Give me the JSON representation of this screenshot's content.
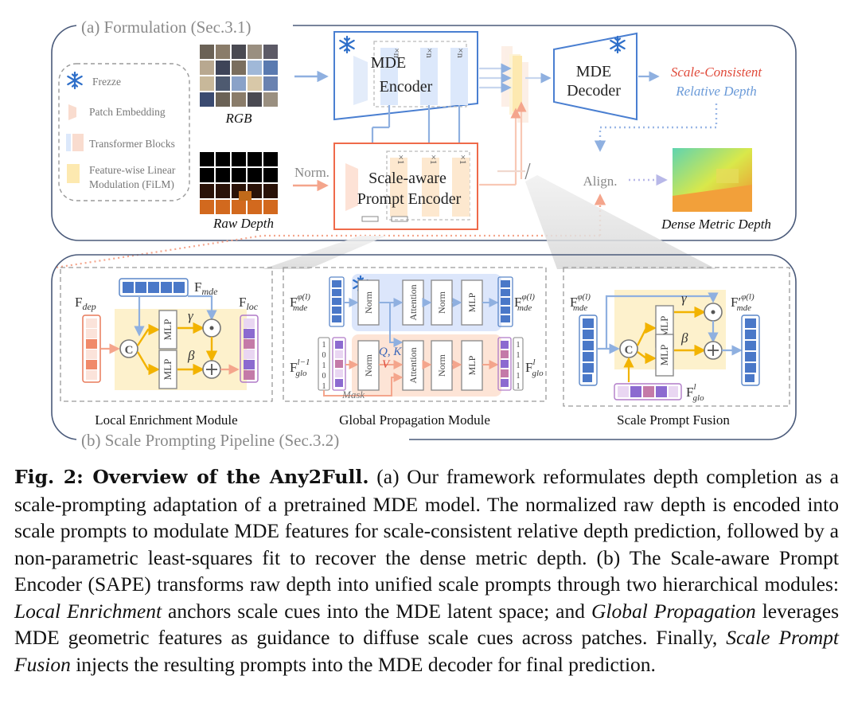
{
  "section_a": {
    "title": "(a) Formulation (Sec.3.1)",
    "legend": {
      "freeze": "Frezze",
      "patch": "Patch Embedding",
      "transformer": "Transformer Blocks",
      "film_1": "Feature-wise Linear",
      "film_2": "Modulation (FiLM)"
    },
    "rgb_label": "RGB",
    "raw_depth_label": "Raw Depth",
    "norm_label": "Norm.",
    "encoder_1": "MDE",
    "encoder_2": "Encoder",
    "prompt_enc_1": "Scale-aware",
    "prompt_enc_2": "Prompt Encoder",
    "decoder_1": "MDE",
    "decoder_2": "Decoder",
    "sc_1": "Scale-Consistent",
    "sc_2": "Relative Depth",
    "align_label": "Align.",
    "dense_label": "Dense Metric Depth",
    "times_n": "×n",
    "times_1": "×1"
  },
  "section_b": {
    "title": "(b) Scale Prompting Pipeline (Sec.3.2)",
    "lem": {
      "caption": "Local Enrichment Module",
      "f_mde": "F",
      "f_mde_sub": "mde",
      "f_dep": "F",
      "f_dep_sub": "dep",
      "f_loc": "F",
      "f_loc_sub": "loc",
      "mlp": "MLP",
      "concat": "C",
      "gamma": "γ",
      "beta": "β"
    },
    "gpm": {
      "caption": "Global Propagation Module",
      "norm": "Norm",
      "attention": "Attention",
      "mlp": "MLP",
      "qk": "Q, K",
      "v": "V",
      "mask": "Mask",
      "f": "F",
      "mde_sub": "mde",
      "glo_sub": "glo",
      "sup_phi": "φ(l)",
      "sup_l1": "l−1",
      "sup_l": "l",
      "mask_vals": [
        "1",
        "0",
        "1",
        "0",
        "1"
      ],
      "glo_vals": [
        "1",
        "1",
        "1",
        "1",
        "1"
      ]
    },
    "spf": {
      "caption": "Scale Prompt Fusion",
      "f": "F",
      "fp": "F′",
      "mde_sub": "mde",
      "glo_sub": "glo",
      "sup_phi": "φ(l)",
      "sup_l": "l",
      "mlp": "MLP",
      "concat": "C",
      "gamma": "γ",
      "beta": "β"
    }
  },
  "caption": {
    "label": "Fig. 2: Overview of the Any2Full.",
    "t1": " (a) Our framework reformulates depth completion as a scale-prompting adaptation of a pretrained MDE model. The normalized raw depth is encoded into scale prompts to modulate MDE features for scale-consistent relative depth prediction, followed by a non-parametric least-squares fit to recover the dense metric depth. (b) The Scale-aware Prompt Encoder (SAPE) transforms raw depth into unified scale prompts through two hierarchical modules: ",
    "e1": "Local Enrichment",
    "t2": " anchors scale cues into the MDE latent space; and ",
    "e2": "Global Propagation",
    "t3": " leverages MDE geometric features as guidance to diffuse scale cues across patches. Finally, ",
    "e3": "Scale Prompt Fusion",
    "t4": " injects the resulting prompts into the MDE decoder for final prediction."
  }
}
